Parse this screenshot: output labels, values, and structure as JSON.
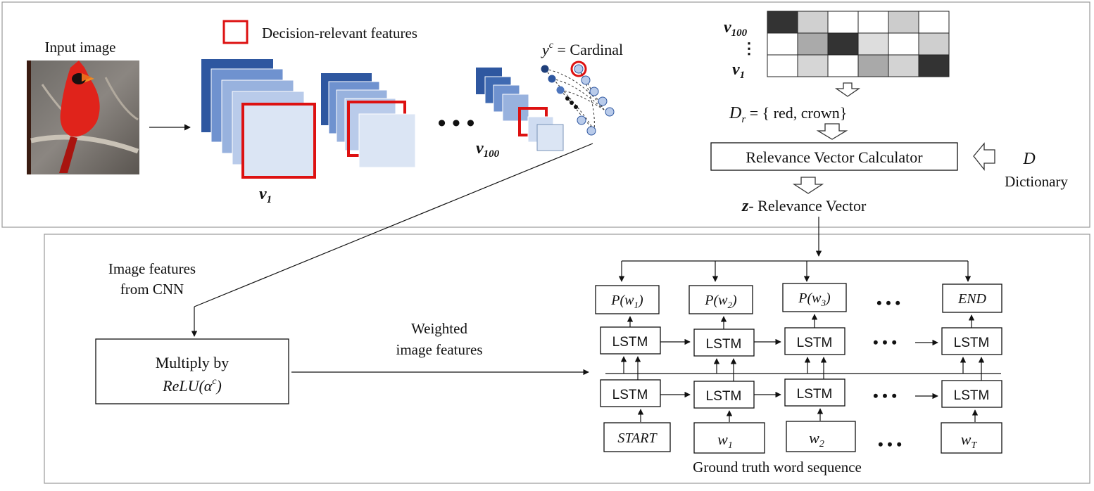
{
  "top_panel": {
    "input_image_label": "Input image",
    "legend_label": "Decision-relevant features",
    "layer_first_var": "v",
    "layer_first_sub": "1",
    "layer_last_var": "v",
    "layer_last_sub": "100",
    "class_output_prefix": "y",
    "class_output_sup": "c",
    "class_output_value": " = Cardinal",
    "matrix_row_top_var": "v",
    "matrix_row_top_sub": "100",
    "matrix_row_mid": "⋮",
    "matrix_row_bottom_var": "v",
    "matrix_row_bottom_sub": "1",
    "relevant_words_var": "D",
    "relevant_words_sub": "r",
    "relevant_words_value": " = { red, crown}",
    "calculator_label": "Relevance Vector Calculator",
    "dictionary_var": "D",
    "dictionary_label": "Dictionary",
    "relevance_vector_var": "z",
    "relevance_vector_label": "- Relevance Vector"
  },
  "bottom_panel": {
    "image_features_label_line1": "Image features",
    "image_features_label_line2": "from CNN",
    "multiply_label_line1": "Multiply  by",
    "multiply_label_line2_fn": "ReLU(α",
    "multiply_label_line2_sup": "c",
    "multiply_label_line2_close": ")",
    "weighted_label_line1": "Weighted",
    "weighted_label_line2": "image features",
    "lstm_label": "LSTM",
    "outputs": [
      {
        "fn": "P(w",
        "sub": "1",
        "close": ")"
      },
      {
        "fn": "P(w",
        "sub": "2",
        "close": ")"
      },
      {
        "fn": "P(w",
        "sub": "3",
        "close": ")"
      },
      {
        "fn": "END",
        "sub": "",
        "close": ""
      }
    ],
    "inputs": [
      {
        "var": "START",
        "sub": ""
      },
      {
        "var": "w",
        "sub": "1"
      },
      {
        "var": "w",
        "sub": "2"
      },
      {
        "var": "w",
        "sub": "T"
      }
    ],
    "ellipsis": "• • •",
    "ground_truth_label": "Ground truth word sequence"
  },
  "colors": {
    "highlight_red": "#dd1111",
    "layer_dark": "#2e57a0",
    "layer_light": "#dbe5f4",
    "border": "#999999"
  },
  "matrix": {
    "rows": [
      [
        "#333333",
        "#d0d0d0",
        "#ffffff",
        "#ffffff",
        "#cccccc",
        "#ffffff"
      ],
      [
        "#ffffff",
        "#aaaaaa",
        "#333333",
        "#dddddd",
        "#ffffff",
        "#cfcfcf"
      ],
      [
        "#ffffff",
        "#d6d6d6",
        "#ffffff",
        "#a9a9a9",
        "#d3d3d3",
        "#333333"
      ]
    ]
  }
}
